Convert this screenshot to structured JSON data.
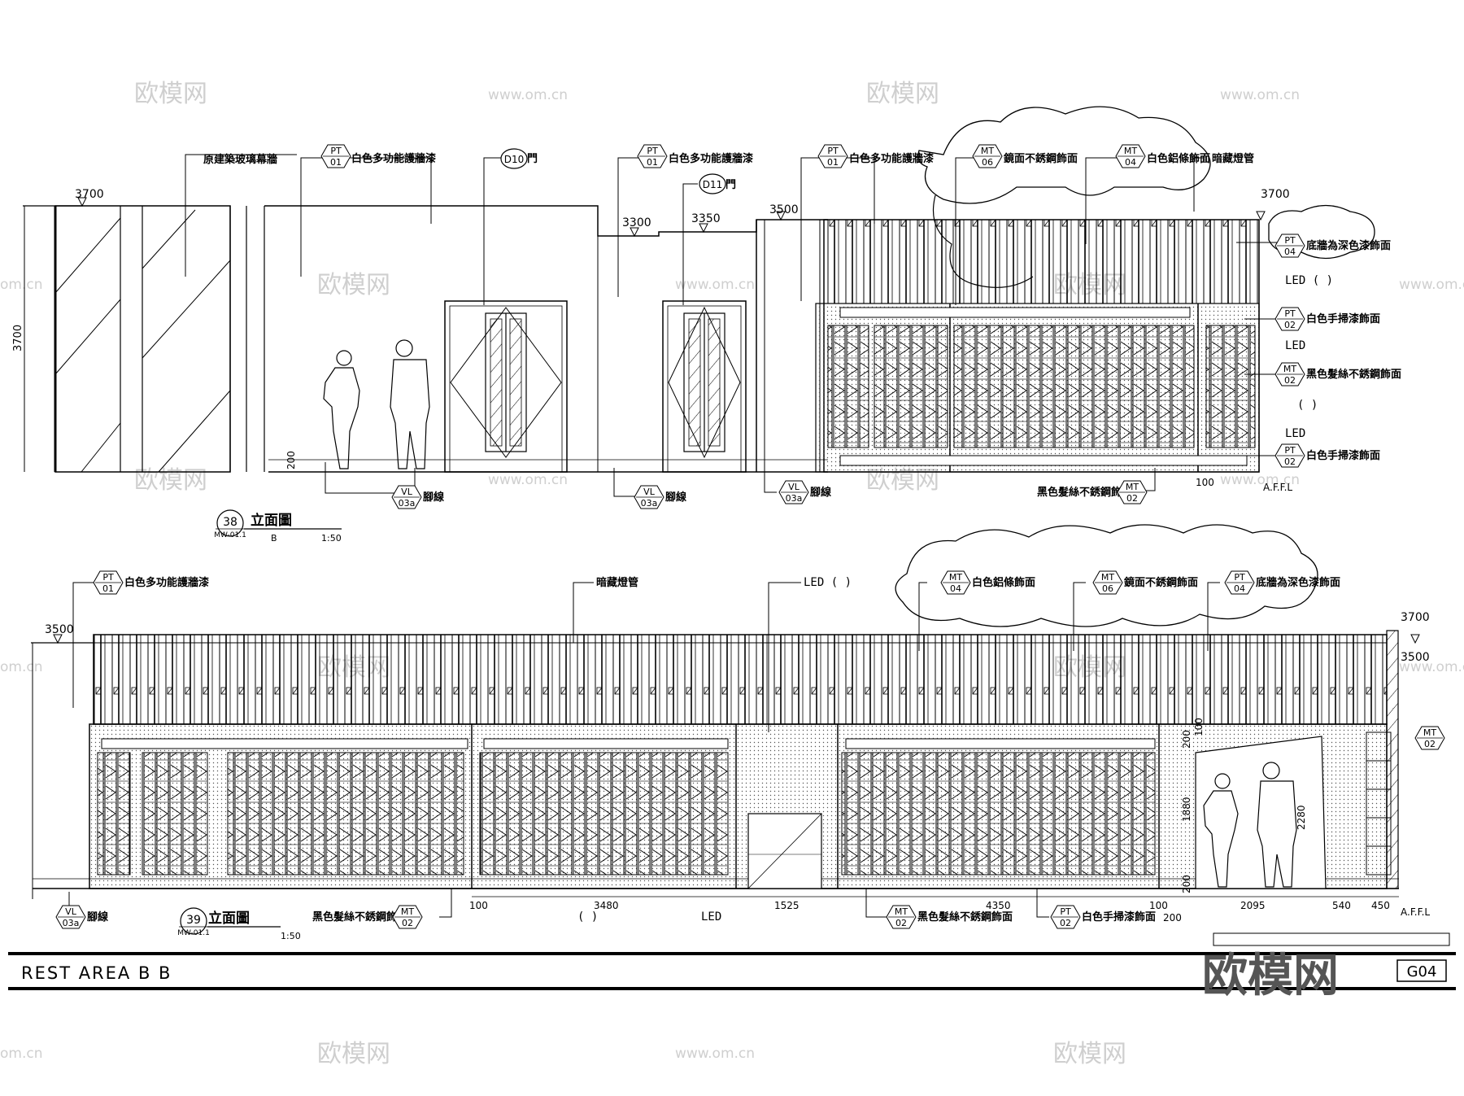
{
  "watermarks": {
    "brand": "欧模网",
    "url": "www.om.cn",
    "partial_url": "om.cn"
  },
  "elev38": {
    "title": "立面圖",
    "number": "38",
    "ref": "MW-01.1",
    "view": "B",
    "scale": "1:50",
    "heights": {
      "h_3700": "3700",
      "h_3300": "3300",
      "h_3350": "3350",
      "h_3500": "3500",
      "h_3700r": "3700",
      "v_3700": "3700",
      "v_200": "200",
      "v_100": "100"
    },
    "afl": "A.F.F.L",
    "notes": [
      {
        "code": "",
        "sub": "",
        "text": "原建築玻璃幕牆"
      },
      {
        "code": "PT",
        "sub": "01",
        "text": "白色多功能護牆漆"
      },
      {
        "code": "D10",
        "sub": "",
        "text": "門"
      },
      {
        "code": "PT",
        "sub": "01",
        "text": "白色多功能護牆漆"
      },
      {
        "code": "D11",
        "sub": "",
        "text": "門"
      },
      {
        "code": "PT",
        "sub": "01",
        "text": "白色多功能護牆漆"
      },
      {
        "code": "MT",
        "sub": "06",
        "text": "鏡面不銹鋼飾面"
      },
      {
        "code": "MT",
        "sub": "04",
        "text": "白色鋁條飾面"
      },
      {
        "code": "",
        "sub": "",
        "text": "暗藏燈管"
      }
    ],
    "right_notes": [
      {
        "code": "PT",
        "sub": "04",
        "text": "底牆為深色漆飾面"
      },
      {
        "code": "",
        "sub": "",
        "text": "LED (    )"
      },
      {
        "code": "PT",
        "sub": "02",
        "text": "白色手掃漆飾面"
      },
      {
        "code": "",
        "sub": "",
        "text": "LED"
      },
      {
        "code": "MT",
        "sub": "02",
        "text": "黑色髮絲不銹鋼飾面"
      },
      {
        "code": "",
        "sub": "",
        "text": "(            )"
      },
      {
        "code": "",
        "sub": "",
        "text": "LED"
      },
      {
        "code": "PT",
        "sub": "02",
        "text": "白色手掃漆飾面"
      }
    ],
    "bottom_notes": [
      {
        "code": "VL",
        "sub": "03a",
        "text": "腳線"
      },
      {
        "code": "VL",
        "sub": "03a",
        "text": "腳線"
      },
      {
        "code": "VL",
        "sub": "03a",
        "text": "腳線"
      },
      {
        "code": "MT",
        "sub": "02",
        "text": "黑色髮絲不銹鋼飾面"
      }
    ]
  },
  "elev39": {
    "title": "立面圖",
    "number": "39",
    "ref": "MW-01.1",
    "scale": "1:50",
    "heights": {
      "h_3500": "3500",
      "h_3700": "3700",
      "h_3500r": "3500"
    },
    "afl": "A.F.F.L",
    "top_notes": [
      {
        "code": "PT",
        "sub": "01",
        "text": "白色多功能護牆漆"
      },
      {
        "code": "",
        "sub": "",
        "text": "暗藏燈管"
      },
      {
        "code": "",
        "sub": "",
        "text": "LED (    )"
      },
      {
        "code": "MT",
        "sub": "04",
        "text": "白色鋁條飾面"
      },
      {
        "code": "MT",
        "sub": "06",
        "text": "鏡面不銹鋼飾面"
      },
      {
        "code": "PT",
        "sub": "04",
        "text": "底牆為深色漆飾面"
      }
    ],
    "side_note": {
      "code": "MT",
      "sub": "02"
    },
    "dims": [
      "100",
      "3480",
      "1525",
      "4350",
      "100",
      "2095",
      "540",
      "450",
      "200"
    ],
    "vdims": [
      "200",
      "1880",
      "2280",
      "200",
      "100"
    ],
    "bottom_notes": [
      {
        "code": "VL",
        "sub": "03a",
        "text": "腳線"
      },
      {
        "code": "MT",
        "sub": "02",
        "text": "黑色髮絲不銹鋼飾面"
      },
      {
        "code": "",
        "sub": "",
        "text": "(          )"
      },
      {
        "code": "",
        "sub": "",
        "text": "LED"
      },
      {
        "code": "MT",
        "sub": "02",
        "text": "黑色髮絲不銹鋼飾面"
      },
      {
        "code": "PT",
        "sub": "02",
        "text": "白色手掃漆飾面"
      }
    ]
  },
  "title_block": {
    "title": "REST AREA B   B",
    "logo": "欧模网",
    "sheet": "G04"
  }
}
